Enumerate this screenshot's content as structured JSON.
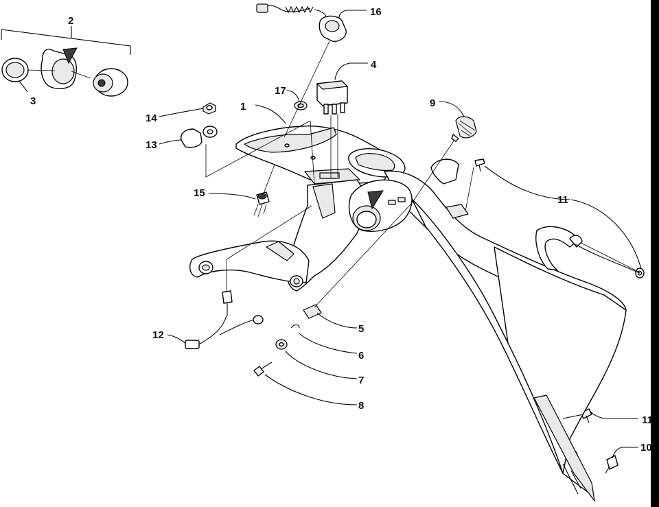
{
  "diagram": {
    "type": "exploded-parts-diagram",
    "callouts": [
      {
        "id": "c1",
        "label": "1"
      },
      {
        "id": "c2",
        "label": "2"
      },
      {
        "id": "c3",
        "label": "3"
      },
      {
        "id": "c4",
        "label": "4"
      },
      {
        "id": "c5",
        "label": "5"
      },
      {
        "id": "c6",
        "label": "6"
      },
      {
        "id": "c7",
        "label": "7"
      },
      {
        "id": "c8",
        "label": "8"
      },
      {
        "id": "c9",
        "label": "9"
      },
      {
        "id": "c10",
        "label": "10"
      },
      {
        "id": "c11a",
        "label": "11"
      },
      {
        "id": "c11b",
        "label": "11"
      },
      {
        "id": "c12",
        "label": "12"
      },
      {
        "id": "c13",
        "label": "13"
      },
      {
        "id": "c14",
        "label": "14"
      },
      {
        "id": "c15",
        "label": "15"
      },
      {
        "id": "c16",
        "label": "16"
      },
      {
        "id": "c17",
        "label": "17"
      }
    ]
  }
}
